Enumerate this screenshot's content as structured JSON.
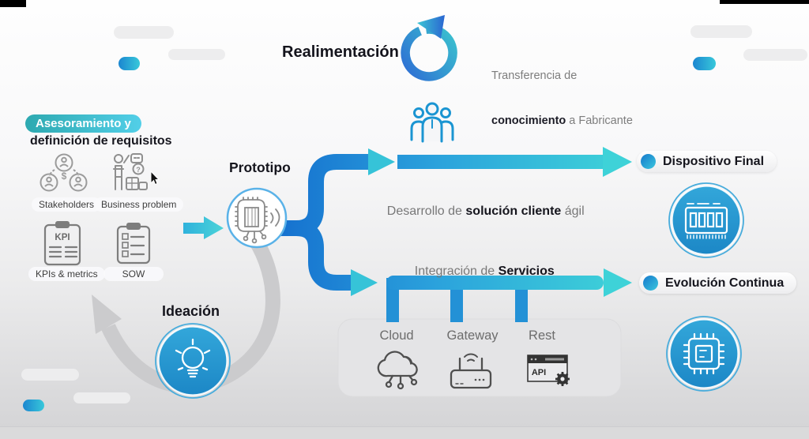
{
  "colors": {
    "arrow_blue": "#1570cf",
    "arrow_mid": "#2ba2dc",
    "arrow_cyan": "#3fd4d8",
    "circle_blue": "#2499d2",
    "icon_gray": "#8f8f8f",
    "badge_from": "#2da9b0",
    "badge_to": "#52cfe8",
    "text_dark": "#15151d",
    "text_gray": "#7c7c7c"
  },
  "feedback": {
    "title": "Realimentación",
    "transfer_line1": "Transferencia de",
    "transfer_bold": "conocimiento",
    "transfer_tail": " a Fabricante"
  },
  "advisory": {
    "badge": "Asesoramiento y",
    "subtitle": "definición de requisitos",
    "stakeholders_label": "Stakeholders",
    "business_label": "Business problem",
    "kpis_label": "KPIs & metrics",
    "sow_label": "SOW"
  },
  "prototype": {
    "label": "Prototipo"
  },
  "ideation": {
    "label": "Ideación"
  },
  "flow_development": {
    "prefix": "Desarrollo de ",
    "bold": "solución cliente",
    "suffix": " ágil"
  },
  "flow_integration": {
    "prefix": "Integración de ",
    "bold": "Servicios",
    "suffix": ""
  },
  "services": {
    "cloud": "Cloud",
    "gateway": "Gateway",
    "rest": "Rest"
  },
  "outputs": {
    "device": "Dispositivo Final",
    "evolution": "Evolución Continua"
  },
  "icon_texts": {
    "kpi": "KPI",
    "api": "API",
    "dollar": "$",
    "question": "?"
  }
}
